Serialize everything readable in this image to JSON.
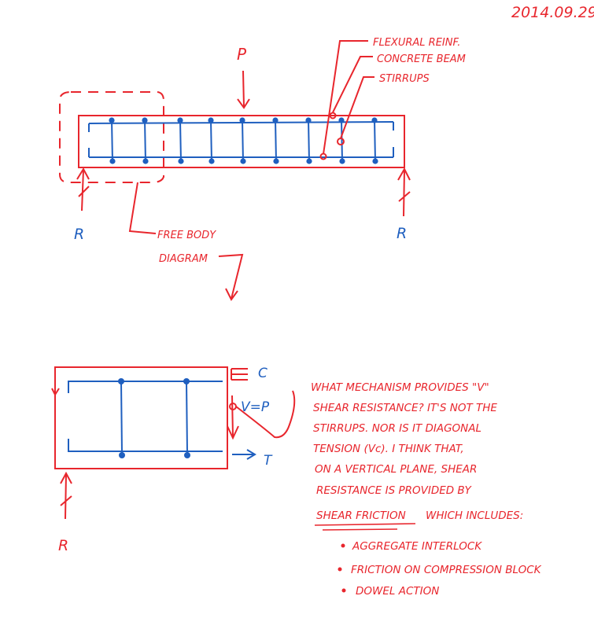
{
  "date": "2014.09.29",
  "top_diagram": {
    "load_label": "P",
    "support_left_label": "R",
    "support_right_label": "R",
    "callouts": {
      "flexural": "FLEXURAL REINF.",
      "concrete": "CONCRETE BEAM",
      "stirrups": "STIRRUPS",
      "free_body_line1": "FREE BODY",
      "free_body_line2": "DIAGRAM"
    }
  },
  "bottom_diagram": {
    "compression_label": "C",
    "shear_label": "V=P",
    "tension_label": "T",
    "reaction_label": "R"
  },
  "note": {
    "lines": [
      "WHAT MECHANISM PROVIDES \"V\"",
      "SHEAR RESISTANCE? IT'S NOT THE",
      "STIRRUPS. NOR IS IT DIAGONAL",
      "TENSION (Vc). I THINK THAT,",
      "ON A VERTICAL PLANE, SHEAR",
      "RESISTANCE IS PROVIDED BY"
    ],
    "underlined": "SHEAR FRICTION",
    "after_underlined": "WHICH INCLUDES:",
    "bullets": [
      "AGGREGATE INTERLOCK",
      "FRICTION ON COMPRESSION BLOCK",
      "DOWEL ACTION"
    ]
  },
  "colors": {
    "red": "#e8262d",
    "blue": "#1f5fbf"
  }
}
